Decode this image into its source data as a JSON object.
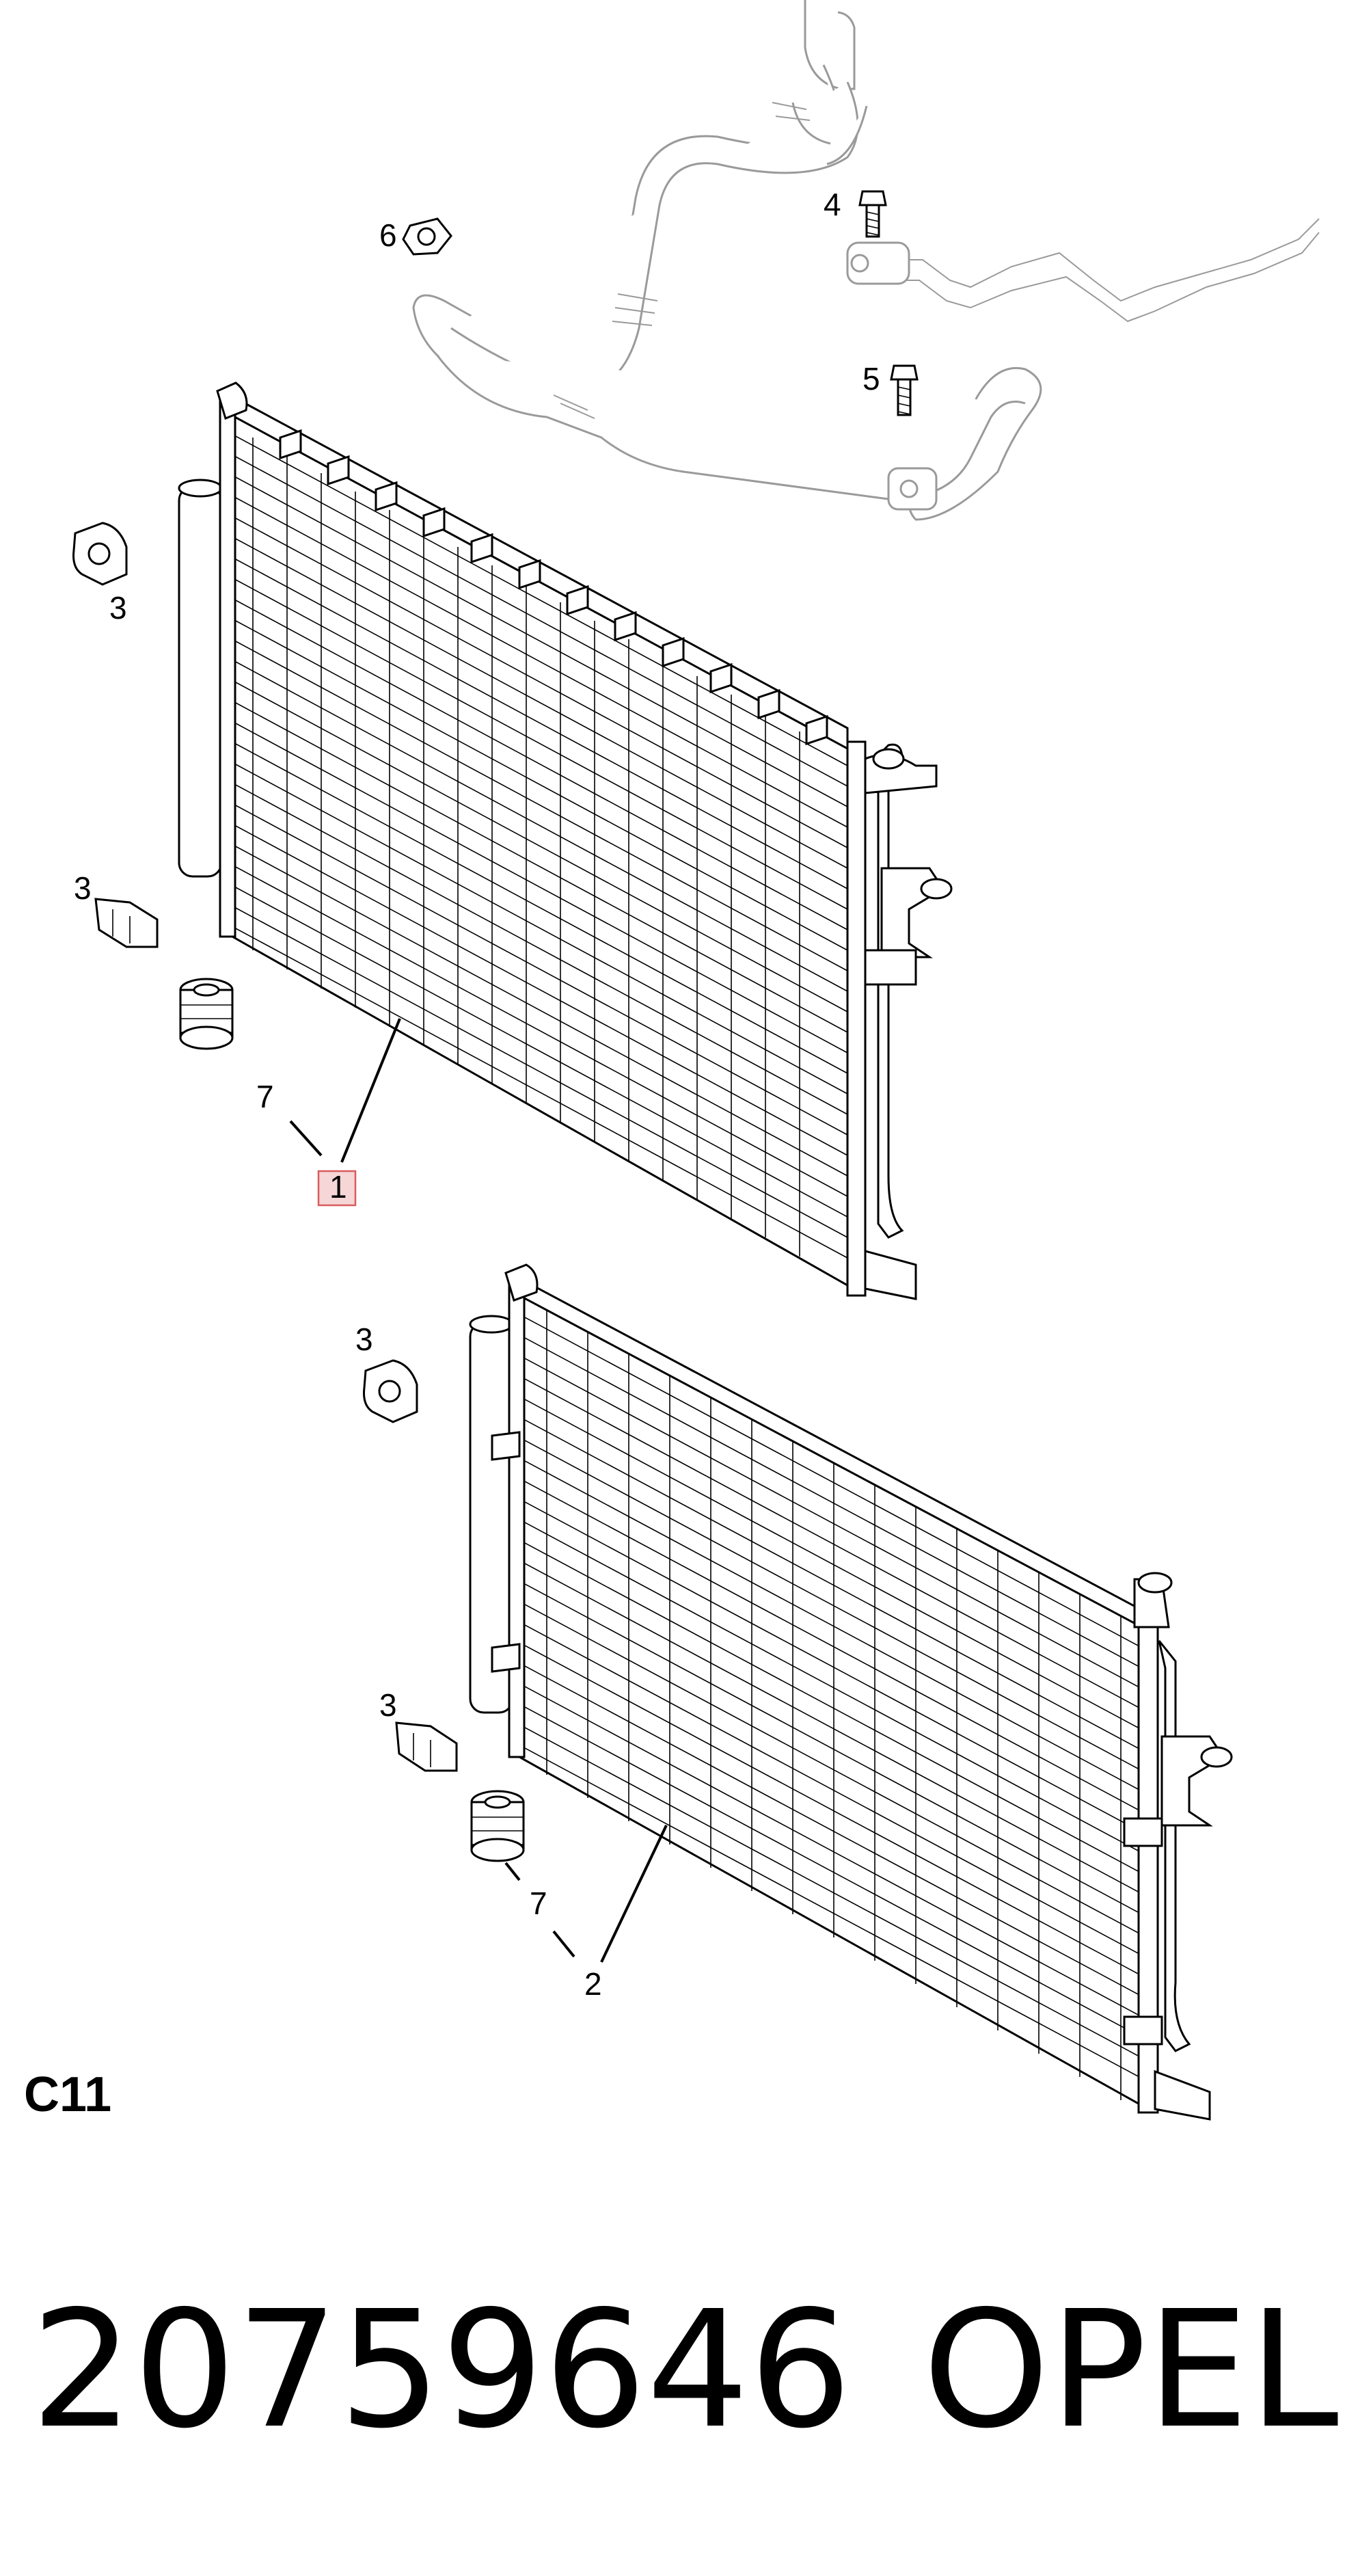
{
  "callouts": {
    "c1": "1",
    "c2": "2",
    "c3a": "3",
    "c3b": "3",
    "c3c": "3",
    "c3d": "3",
    "c4": "4",
    "c5": "5",
    "c6": "6",
    "c7a": "7",
    "c7b": "7"
  },
  "section_code": "C11",
  "footer": {
    "part_number": "20759646",
    "brand": "OPEL"
  },
  "colors": {
    "line": "#000000",
    "ghost_line": "#9a9a9a",
    "highlight_fill": "#f6d6d6",
    "highlight_stroke": "#d95c5c"
  }
}
